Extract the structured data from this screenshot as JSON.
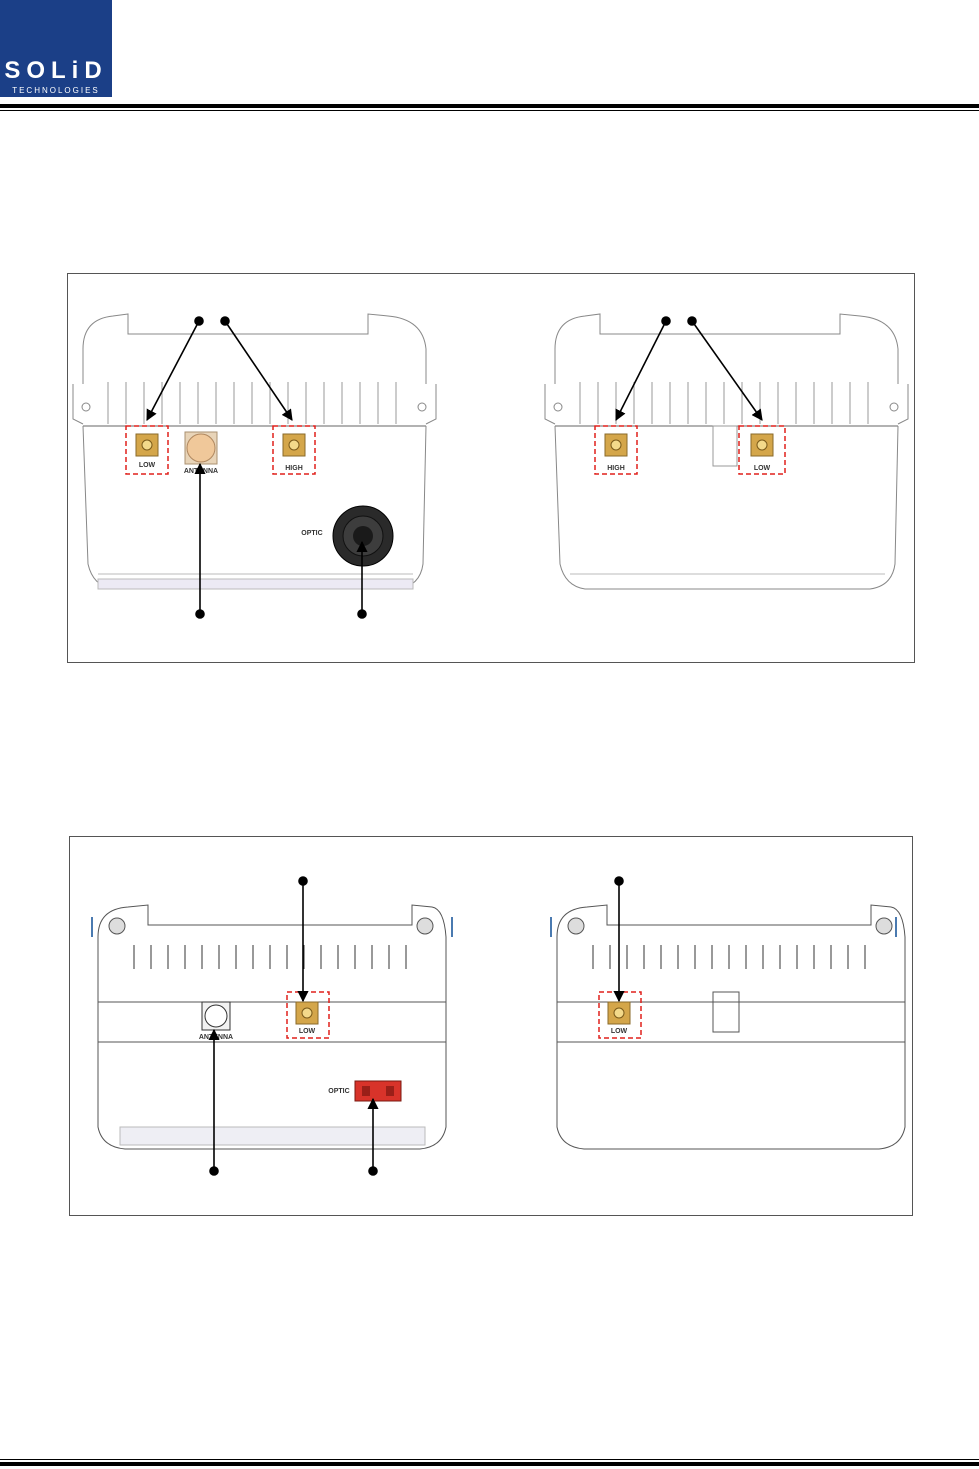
{
  "header": {
    "logo": {
      "word": "SOLiD",
      "sub": "TECHNOLOGIES",
      "color": "#1b3f87"
    }
  },
  "figures": [
    {
      "left_unit": {
        "ports": [
          "LOW",
          "ANTENNA",
          "HIGH"
        ],
        "optic": "OPTIC"
      },
      "right_unit": {
        "ports": [
          "HIGH",
          "LOW"
        ]
      }
    },
    {
      "left_unit": {
        "ports": [
          "ANTENNA",
          "LOW"
        ],
        "optic": "OPTIC"
      },
      "right_unit": {
        "ports": [
          "LOW"
        ]
      }
    }
  ],
  "colors": {
    "highlight": "#e0201c",
    "port_gold": "#d4a64a",
    "antenna_tan": "#f0c89a",
    "optic_red": "#d8332a"
  }
}
